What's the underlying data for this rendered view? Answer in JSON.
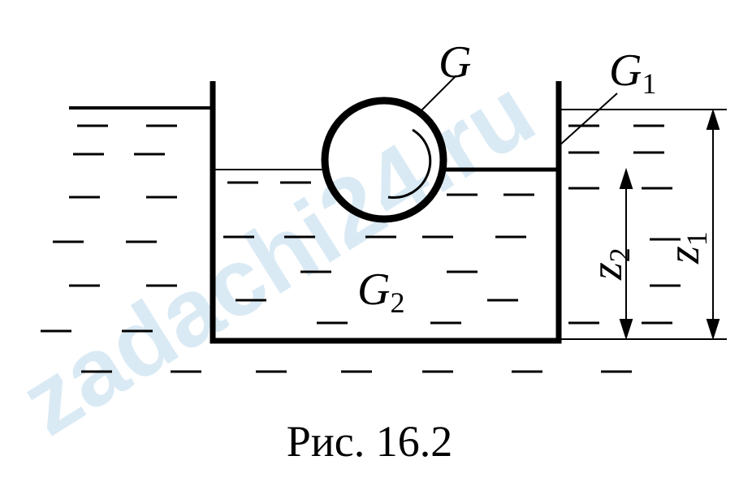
{
  "figure": {
    "caption": "Рис. 16.2",
    "watermark": "zadachi24.ru",
    "labels": {
      "ball_weight": "G",
      "ball_weight_sub": "",
      "g1_main": "G",
      "g1_sub": "1",
      "g2_main": "G",
      "g2_sub": "2",
      "z1_main": "z",
      "z1_sub": "1",
      "z2_main": "z",
      "z2_sub": "2"
    }
  }
}
